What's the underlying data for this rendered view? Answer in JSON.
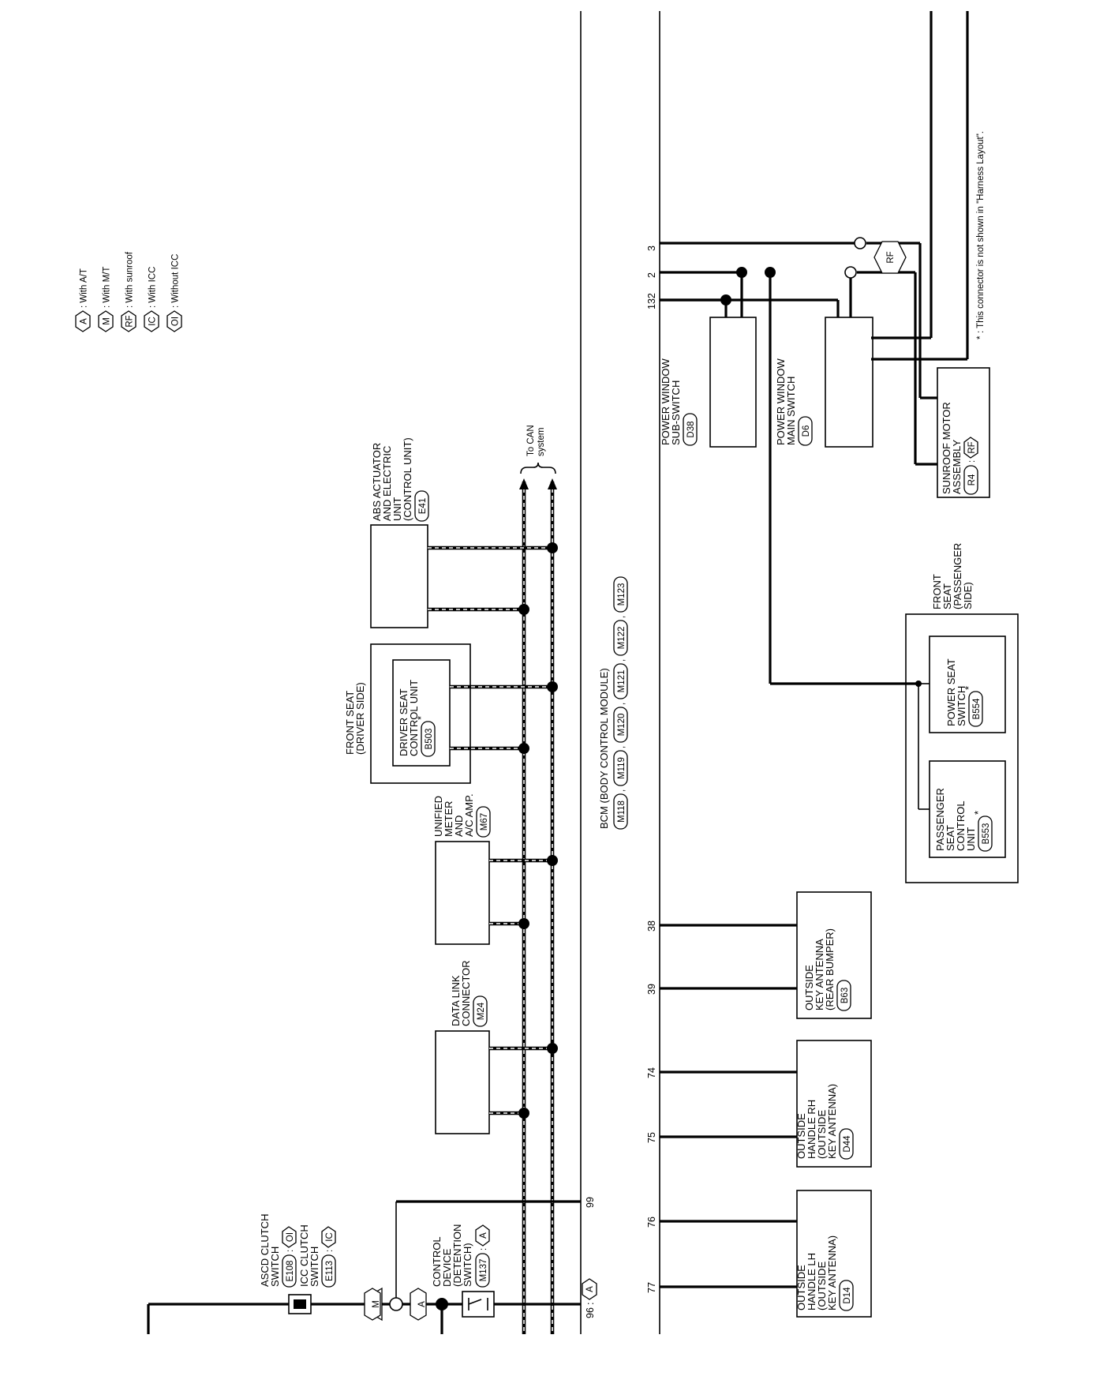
{
  "legend": [
    {
      "code": "A",
      "text": ": With A/T"
    },
    {
      "code": "M",
      "text": ": With M/T"
    },
    {
      "code": "RF",
      "text": ": With sunroof"
    },
    {
      "code": "IC",
      "text": ": With ICC"
    },
    {
      "code": "OI",
      "text": ": Without ICC"
    }
  ],
  "bcm": {
    "name": "BCM (BODY CONTROL MODULE)",
    "connectors": [
      "M118",
      "M119",
      "M120",
      "M121",
      "M122",
      "M123"
    ],
    "separators": [
      ",",
      ",",
      ",",
      ",",
      ","
    ]
  },
  "can_label": [
    "To CAN",
    "system"
  ],
  "components": {
    "ascd": {
      "lines": [
        "ASCD CLUTCH",
        "SWITCH"
      ],
      "conn": "E108",
      "cond": "OI"
    },
    "icc": {
      "lines": [
        "ICC CLUTCH",
        "SWITCH"
      ],
      "conn": "E113",
      "cond": "IC"
    },
    "cdev": {
      "lines": [
        "CONTROL",
        "DEVICE",
        "(DETENTION",
        "SWITCH)"
      ],
      "conn": "M137",
      "cond": "A"
    },
    "dlc": {
      "lines": [
        "DATA LINK",
        "CONNECTOR"
      ],
      "conn": "M24"
    },
    "meter": {
      "lines": [
        "UNIFIED",
        "METER",
        "AND",
        "A/C AMP."
      ],
      "conn": "M67"
    },
    "fseat_drv": {
      "lines": [
        "FRONT SEAT",
        "(DRIVER SIDE)"
      ]
    },
    "dscu": {
      "lines": [
        "DRIVER SEAT",
        "CONTROL UNIT"
      ],
      "conn": "B503",
      "star": "*"
    },
    "abs": {
      "lines": [
        "ABS ACTUATOR",
        "AND ELECTRIC",
        "UNIT",
        "(CONTROL UNIT)"
      ],
      "conn": "E41"
    },
    "handle_lh": {
      "lines": [
        "OUTSIDE",
        "HANDLE LH",
        "(OUTSIDE",
        "KEY ANTENNA)"
      ],
      "conn": "D14"
    },
    "handle_rh": {
      "lines": [
        "OUTSIDE",
        "HANDLE RH",
        "(OUTSIDE",
        "KEY ANTENNA)"
      ],
      "conn": "D44"
    },
    "ant_rear": {
      "lines": [
        "OUTSIDE",
        "KEY ANTENNA",
        "(REAR BUMPER)"
      ],
      "conn": "B63"
    },
    "fseat_pas": {
      "lines": [
        "FRONT",
        "SEAT",
        "(PASSENGER",
        "SIDE)"
      ]
    },
    "pscu": {
      "lines": [
        "PASSENGER",
        "SEAT",
        "CONTROL",
        "UNIT"
      ],
      "conn": "B553",
      "star": "*"
    },
    "pss": {
      "lines": [
        "POWER SEAT",
        "SWITCH"
      ],
      "conn": "B554",
      "star": "*"
    },
    "pw_sub": {
      "lines": [
        "POWER WINDOW",
        "SUB-SWITCH"
      ],
      "conn": "D38"
    },
    "pw_main": {
      "lines": [
        "POWER WINDOW",
        "MAIN SWITCH"
      ],
      "conn": "D6"
    },
    "sunroof": {
      "lines": [
        "SUNROOF MOTOR",
        "ASSEMBLY"
      ],
      "conn": "R4",
      "sep": ":",
      "cond": "RF"
    }
  },
  "pins": {
    "p96": "96",
    "p96_sep": ":",
    "p96_cond": "A",
    "p99": "99",
    "p77": "77",
    "p76": "76",
    "p75": "75",
    "p74": "74",
    "p39": "39",
    "p38": "38",
    "p132": "132",
    "p2": "2",
    "p3": "3"
  },
  "hex_marks": {
    "m": "M",
    "a": "A",
    "rf": "RF"
  },
  "note": {
    "star": "*",
    "text": ": This connector is not shown in \"Harness Layout\"."
  }
}
